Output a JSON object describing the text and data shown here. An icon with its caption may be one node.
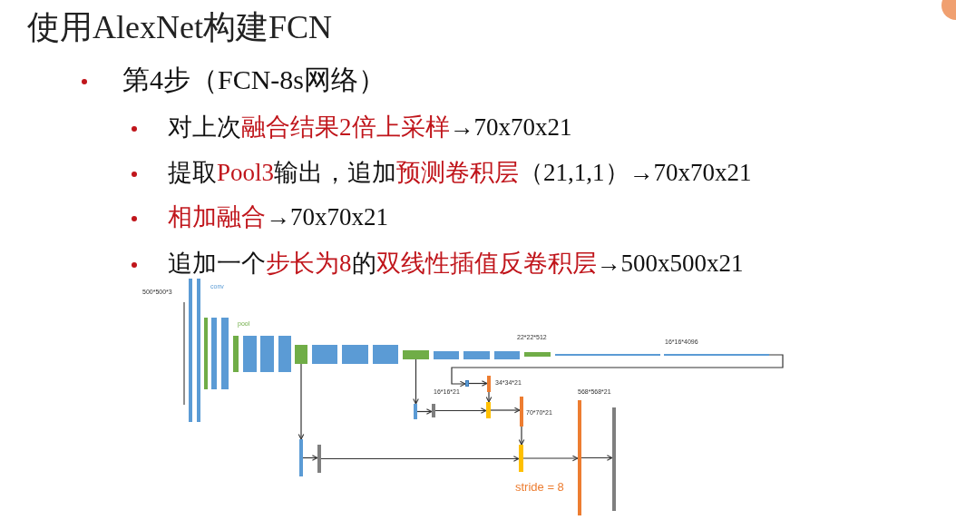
{
  "diagram": {
    "title": "使用AlexNet构建FCN",
    "nodes": [
      {
        "text": [],
        "shape": "bar"
      },
      {
        "text": [],
        "shape": "bar"
      },
      {
        "text": [],
        "shape": "bar"
      },
      {
        "text": [],
        "shape": "bar"
      },
      {
        "text": [],
        "shape": "bar"
      },
      {
        "text": [],
        "shape": "bar"
      },
      {
        "text": [],
        "shape": "bar"
      },
      {
        "text": [],
        "shape": "bar"
      },
      {
        "text": [],
        "shape": "bar"
      },
      {
        "text": [],
        "shape": "bar"
      },
      {
        "text": [],
        "shape": "bar"
      },
      {
        "text": [],
        "shape": "bar"
      },
      {
        "text": [],
        "shape": "bar"
      },
      {
        "text": [],
        "shape": "bar"
      },
      {
        "text": [],
        "shape": "bar"
      },
      {
        "text": [],
        "shape": "bar"
      },
      {
        "text": [],
        "shape": "bar"
      },
      {
        "text": [],
        "shape": "bar"
      },
      {
        "text": [],
        "shape": "bar"
      },
      {
        "text": [],
        "shape": "bar"
      },
      {
        "text": [],
        "shape": "box"
      },
      {
        "text": [],
        "shape": "bar"
      },
      {
        "text": [],
        "shape": "bar"
      },
      {
        "text": [],
        "shape": "bar"
      },
      {
        "text": [],
        "shape": "bar"
      },
      {
        "text": [],
        "shape": "bar"
      },
      {
        "text": [],
        "shape": "bar"
      },
      {
        "text": [],
        "shape": "bar"
      },
      {
        "text": [],
        "shape": "bar"
      },
      {
        "text": [],
        "shape": "bar"
      },
      {
        "text": [],
        "shape": "bar"
      }
    ],
    "edges": [
      {
        "from": 19,
        "to": 20,
        "arrow": "to"
      },
      {
        "from": 20,
        "to": 21,
        "arrow": "to"
      },
      {
        "from": 21,
        "to": 24,
        "arrow": "to"
      },
      {
        "from": 13,
        "to": 22,
        "arrow": "to"
      },
      {
        "from": 22,
        "to": 23,
        "arrow": "to"
      },
      {
        "from": 23,
        "to": 24,
        "arrow": "to"
      },
      {
        "from": 24,
        "to": 25,
        "arrow": "to"
      },
      {
        "from": 25,
        "to": 28,
        "arrow": "to"
      },
      {
        "from": 9,
        "to": 26,
        "arrow": "to"
      },
      {
        "from": 26,
        "to": 27,
        "arrow": "to"
      },
      {
        "from": 27,
        "to": 28,
        "arrow": "to"
      },
      {
        "from": 28,
        "to": 29,
        "arrow": "to"
      },
      {
        "from": 29,
        "to": 30,
        "arrow": "to"
      }
    ],
    "labels": [
      "第4步（FCN-8s网络）",
      "对上次**融合结果2倍上采样**→70x70x21",
      "提取**Pool3**输出，追加**预测卷积层**（21,1,1）→70x70x21",
      "**相加融合**→70x70x21",
      "追加一个**步长为8**的**双线性插值反卷积层**→500x500x21",
      "500*500*3",
      "conv",
      "pool",
      "22*22*512",
      "16*16*4096",
      "16*16*21",
      "34*34*21",
      "70*70*21",
      "568*568*21",
      "stride = 8"
    ]
  }
}
